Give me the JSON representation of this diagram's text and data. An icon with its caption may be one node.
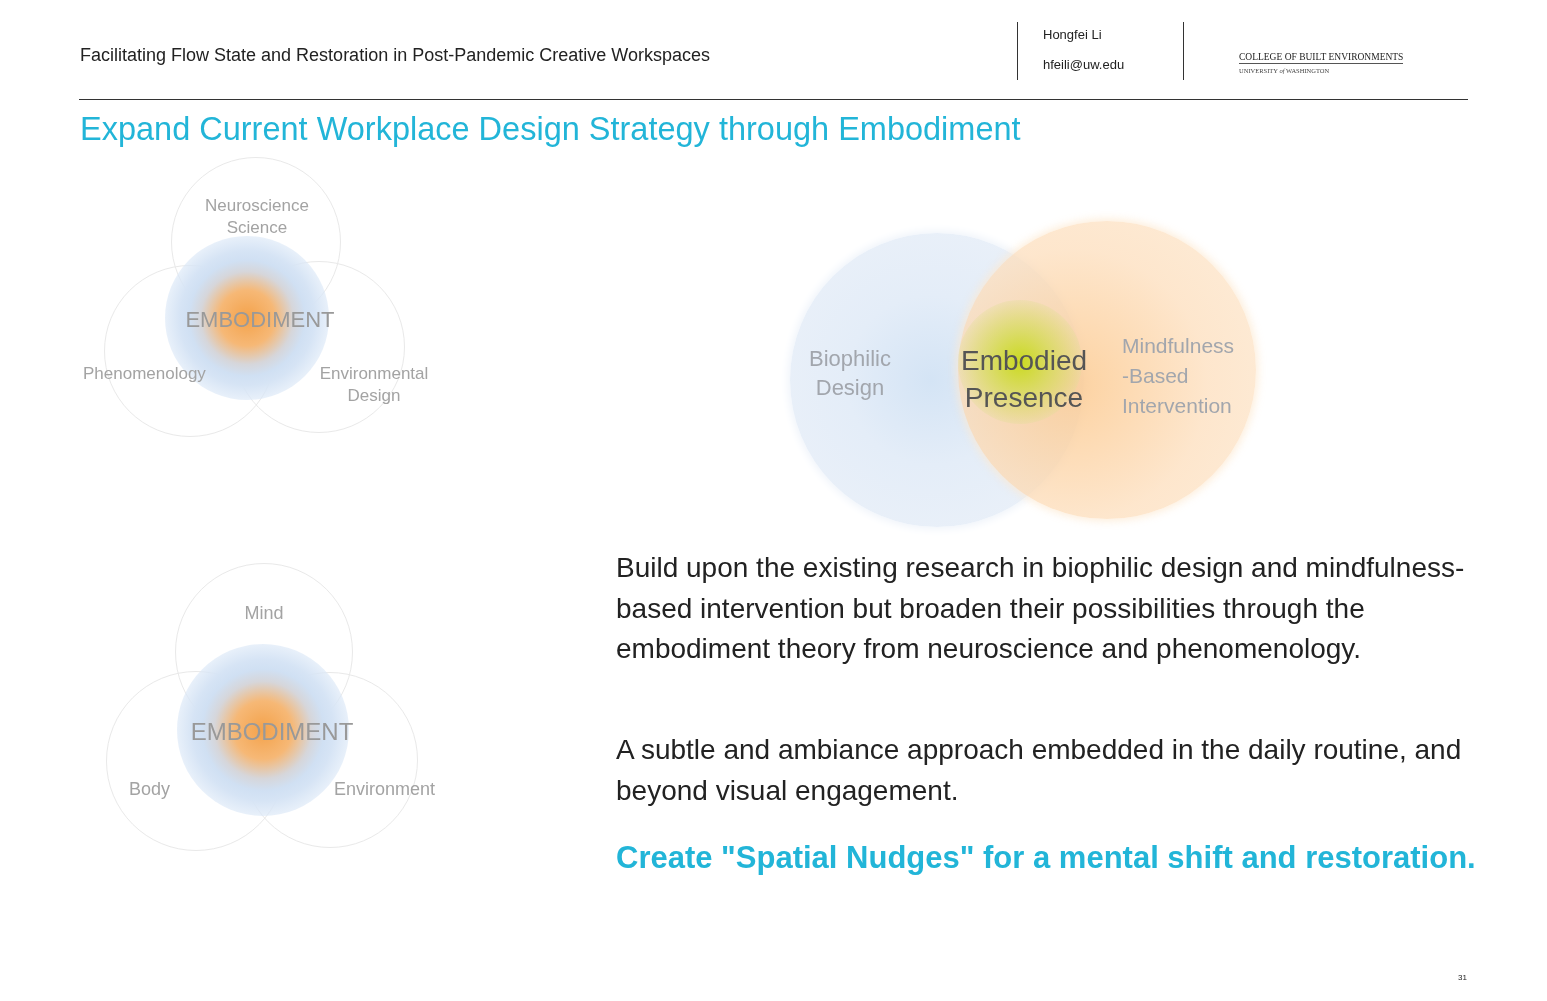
{
  "diagram": {
    "title": "Expand Current Workplace Design Strategy through Embodiment",
    "nodes": [
      {
        "text": [
          "Neuroscience Science"
        ]
      },
      {
        "text": [
          "Phenomenology"
        ]
      },
      {
        "text": [
          "Environmental Design"
        ]
      },
      {
        "text": [
          "EMBODIMENT"
        ]
      },
      {
        "text": [
          "Biophilic Design"
        ]
      },
      {
        "text": [
          "Mindfulness -Based Intervention"
        ]
      },
      {
        "text": [
          "Embodied Presence"
        ]
      },
      {
        "text": [
          "Mind"
        ]
      },
      {
        "text": [
          "Body"
        ]
      },
      {
        "text": [
          "Environment"
        ]
      },
      {
        "text": [
          "EMBODIMENT"
        ]
      }
    ],
    "edges": [],
    "labels": [
      "Facilitating Flow State and Restoration in Post-Pandemic Creative Workspaces",
      "Hongfei Li",
      "hfeili@uw.edu",
      "COLLEGE OF BUILT ENVIRONMENTS",
      "UNIVERSITY *of* WASHINGTON",
      "Build upon the existing research in biophilic design and mindfulness-based intervention but broaden their possibilities through the embodiment theory from neuroscience and phenomenology.",
      "A subtle and ambiance approach embedded in the daily routine, and beyond visual engagement.",
      "Create \"Spatial Nudges\" for a mental shift and restoration.",
      "31"
    ]
  }
}
